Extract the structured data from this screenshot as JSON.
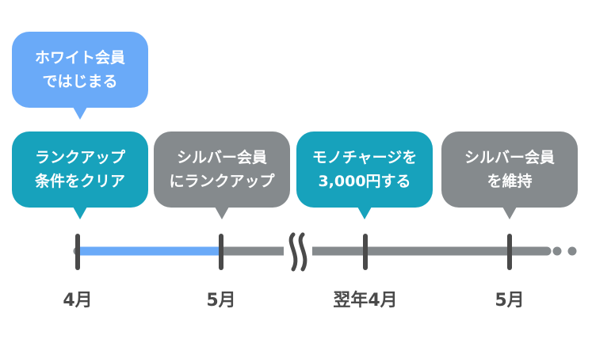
{
  "bubbles": {
    "start": {
      "line1": "ホワイト会員",
      "line2": "ではじまる",
      "color": "#6aaaf8"
    },
    "e1": {
      "line1": "ランクアップ",
      "line2": "条件をクリア",
      "color": "#17a2bc"
    },
    "e2": {
      "line1": "シルバー会員",
      "line2": "にランクアップ",
      "color": "#858a8d"
    },
    "e3": {
      "line1": "モノチャージを",
      "line2": "3,000円する",
      "color": "#17a2bc"
    },
    "e4": {
      "line1": "シルバー会員",
      "line2": "を維持",
      "color": "#858a8d"
    }
  },
  "ticks": [
    "4月",
    "5月",
    "翌年4月",
    "5月"
  ],
  "colors": {
    "timeline": "#858a8d",
    "highlight": "#6aaaf8",
    "tick": "#4a4a4a"
  }
}
